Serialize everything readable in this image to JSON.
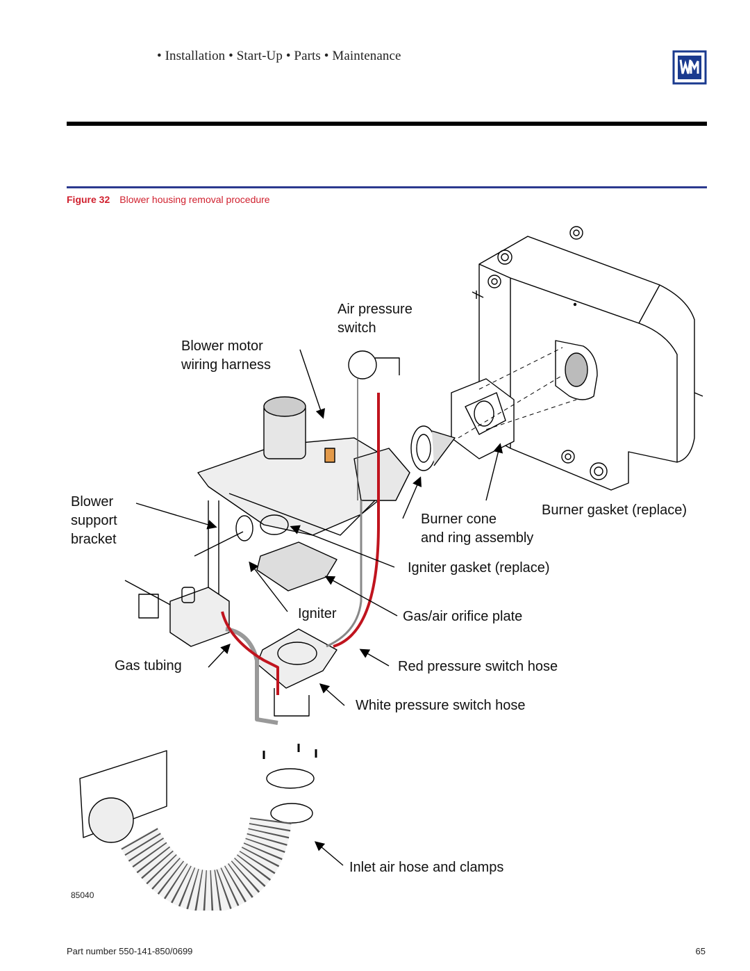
{
  "header": {
    "title": "• Installation • Start-Up • Parts • Maintenance"
  },
  "figure": {
    "number": "Figure 32",
    "title": "Blower housing removal procedure",
    "drawing_code": "85040",
    "labels": {
      "air_pressure_switch": "Air pressure\nswitch",
      "blower_motor_wiring": "Blower motor\nwiring harness",
      "blower_support_bracket": "Blower\nsupport\nbracket",
      "burner_cone": "Burner cone\nand ring assembly",
      "burner_gasket": "Burner gasket (replace)",
      "igniter_gasket": "Igniter gasket (replace)",
      "igniter": "Igniter",
      "gas_air_orifice": "Gas/air orifice plate",
      "gas_tubing": "Gas tubing",
      "red_hose": "Red pressure switch hose",
      "white_hose": "White pressure switch hose",
      "inlet_air_hose": "Inlet air hose and clamps"
    }
  },
  "footer": {
    "part_number": "Part number 550-141-850/0699",
    "page": "65"
  },
  "colors": {
    "caption": "#d0202e",
    "hose_red": "#c0141e",
    "rule_blue": "#2b3a8f"
  }
}
